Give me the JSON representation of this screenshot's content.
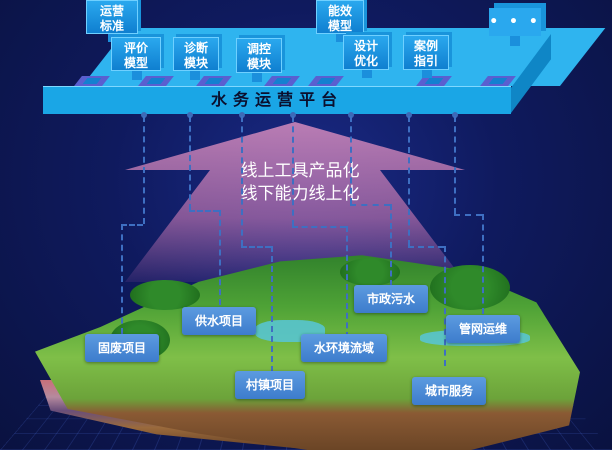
{
  "platform": {
    "label": "水务运营平台",
    "color": "#2fb4ef"
  },
  "modules": [
    {
      "id": "ops-standard",
      "line1": "运营",
      "line2": "标准"
    },
    {
      "id": "eval-model",
      "line1": "评价",
      "line2": "模型"
    },
    {
      "id": "diagnosis-module",
      "line1": "诊断",
      "line2": "模块"
    },
    {
      "id": "control-module",
      "line1": "调控",
      "line2": "模块"
    },
    {
      "id": "efficiency-model",
      "line1": "能效",
      "line2": "模型"
    },
    {
      "id": "design-optimize",
      "line1": "设计",
      "line2": "优化"
    },
    {
      "id": "case-guide",
      "line1": "案例",
      "line2": "指引"
    },
    {
      "id": "more",
      "line1": "• • •",
      "line2": ""
    }
  ],
  "arrow": {
    "line1": "线上工具产品化",
    "line2": "线下能力线上化",
    "color": "#d68cbe"
  },
  "projects": [
    {
      "id": "solid-waste",
      "label": "固废项目"
    },
    {
      "id": "water-supply",
      "label": "供水项目"
    },
    {
      "id": "town",
      "label": "村镇项目"
    },
    {
      "id": "water-env-basin",
      "label": "水环境流域"
    },
    {
      "id": "municipal-sewage",
      "label": "市政污水"
    },
    {
      "id": "pipe-network-om",
      "label": "管网运维"
    },
    {
      "id": "city-service",
      "label": "城市服务"
    }
  ],
  "colors": {
    "background": "#0f1a5e",
    "label_bg": "#4a8ad6",
    "dashed_line": "#3e6fc2"
  }
}
